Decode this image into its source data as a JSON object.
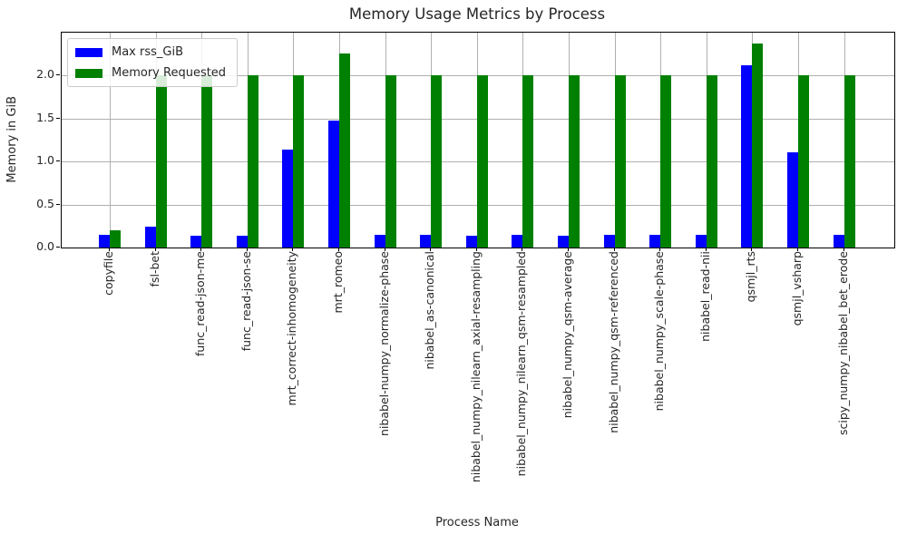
{
  "chart_data": {
    "type": "bar",
    "title": "Memory Usage Metrics by Process",
    "xlabel": "Process Name",
    "ylabel": "Memory in GiB",
    "ylim": [
      0,
      2.5
    ],
    "yticks": [
      0.0,
      0.5,
      1.0,
      1.5,
      2.0
    ],
    "grid": true,
    "grid_color": "#b0b0b0",
    "legend_position": "upper left",
    "categories": [
      "copyfile",
      "fsl-bet",
      "func_read-json-me",
      "func_read-json-se",
      "mrt_correct-inhomogeneity",
      "mrt_romeo",
      "nibabel-numpy_normalize-phase",
      "nibabel_as-canonical",
      "nibabel_numpy_nilearn_axial-resampling",
      "nibabel_numpy_nilearn_qsm-resampled",
      "nibabel_numpy_qsm-average",
      "nibabel_numpy_qsm-referenced",
      "nibabel_numpy_scale-phase",
      "nibabel_read-nii",
      "qsmjl_rts",
      "qsmjl_vsharp",
      "scipy_numpy_nibabel_bet_erode"
    ],
    "series": [
      {
        "name": "Max rss_GiB",
        "color": "#0000ff",
        "values": [
          0.15,
          0.24,
          0.14,
          0.14,
          1.14,
          1.48,
          0.15,
          0.15,
          0.14,
          0.15,
          0.14,
          0.15,
          0.15,
          0.15,
          2.12,
          1.11,
          0.15
        ]
      },
      {
        "name": "Memory Requested",
        "color": "#008000",
        "values": [
          0.2,
          2.0,
          2.0,
          2.0,
          2.0,
          2.26,
          2.0,
          2.0,
          2.0,
          2.0,
          2.0,
          2.0,
          2.0,
          2.0,
          2.37,
          2.0,
          2.0
        ]
      }
    ]
  }
}
